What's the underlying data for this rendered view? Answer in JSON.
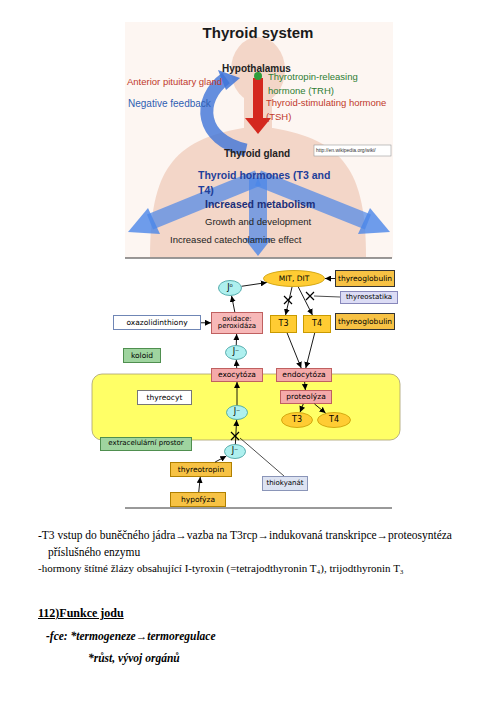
{
  "diagram": {
    "title": "Thyroid system",
    "nodes": [
      {
        "text": [
          "J⁰"
        ]
      },
      {
        "text": [
          "MIT, DIT"
        ]
      },
      {
        "text": [
          "thyreoglobulin"
        ]
      },
      {
        "text": [
          "thyreostatika"
        ]
      },
      {
        "text": [
          "oxazolidinthiony"
        ]
      },
      {
        "text": [
          "oxidace: peroxidáza"
        ]
      },
      {
        "text": [
          "T3"
        ]
      },
      {
        "text": [
          "T4"
        ]
      },
      {
        "text": [
          "thyreoglobulin"
        ]
      },
      {
        "text": [
          "koloid"
        ]
      },
      {
        "text": [
          "J⁻"
        ]
      },
      {
        "text": [
          "exocytóza"
        ]
      },
      {
        "text": [
          "endocytóza"
        ]
      },
      {
        "text": [
          "thyreocyt"
        ]
      },
      {
        "text": [
          "proteolýza"
        ]
      },
      {
        "text": [
          "J⁻"
        ]
      },
      {
        "text": [
          "T3"
        ]
      },
      {
        "text": [
          "T4"
        ]
      },
      {
        "text": [
          "extracelulární prostor"
        ]
      },
      {
        "text": [
          "J⁻"
        ]
      },
      {
        "text": [
          "thyreotropin"
        ]
      },
      {
        "text": [
          "thiokyanát"
        ]
      },
      {
        "text": [
          "hypofýza"
        ]
      }
    ],
    "edges": [
      {
        "from": 0,
        "to": 1,
        "arrow": "to"
      },
      {
        "from": 1,
        "to": 6,
        "arrow": "to"
      },
      {
        "from": 1,
        "to": 7,
        "arrow": "to"
      },
      {
        "from": 2,
        "to": 1,
        "arrow": "to"
      },
      {
        "from": 4,
        "to": 5,
        "arrow": "to"
      },
      {
        "from": 5,
        "to": 0,
        "arrow": "to"
      },
      {
        "from": 10,
        "to": 5,
        "arrow": "to"
      },
      {
        "from": 11,
        "to": 10,
        "arrow": "to"
      },
      {
        "from": 15,
        "to": 11,
        "arrow": "to"
      },
      {
        "from": 6,
        "to": 12,
        "arrow": "to"
      },
      {
        "from": 7,
        "to": 12,
        "arrow": "to"
      },
      {
        "from": 12,
        "to": 14,
        "arrow": "to"
      },
      {
        "from": 14,
        "to": 16,
        "arrow": "to"
      },
      {
        "from": 14,
        "to": 17,
        "arrow": "to"
      },
      {
        "from": 19,
        "to": 15,
        "arrow": "to"
      },
      {
        "from": 22,
        "to": 20,
        "arrow": "to"
      },
      {
        "from": 20,
        "to": 19,
        "arrow": "to"
      }
    ],
    "labels": [
      "Hypothalamus",
      "Anterior pituitary gland",
      "Thyrotropin-releasing hormone (TRH)",
      "Negative feedback",
      "Thyroid-stimulating hormone (TSH)",
      "Thyroid gland",
      "Thyroid hormones (T3 and T4)",
      "http://en.wikipedia.org/wiki/",
      "Increased metabolism",
      "Growth and development",
      "Increased catecholamine effect",
      "-T3 vstup do buněčného jádra→vazba na T3rcp→indukovaná transkripce→proteosyntéza příslušného enzymu",
      "-hormony štítné žlázy obsahující I-tyroxin (=tetrajodthyronin T₄), trijodthyronin T₃",
      "112)Funkce jodu",
      "-fce: *termogeneze→termoregulace",
      "*růst, vývoj orgánů"
    ]
  }
}
